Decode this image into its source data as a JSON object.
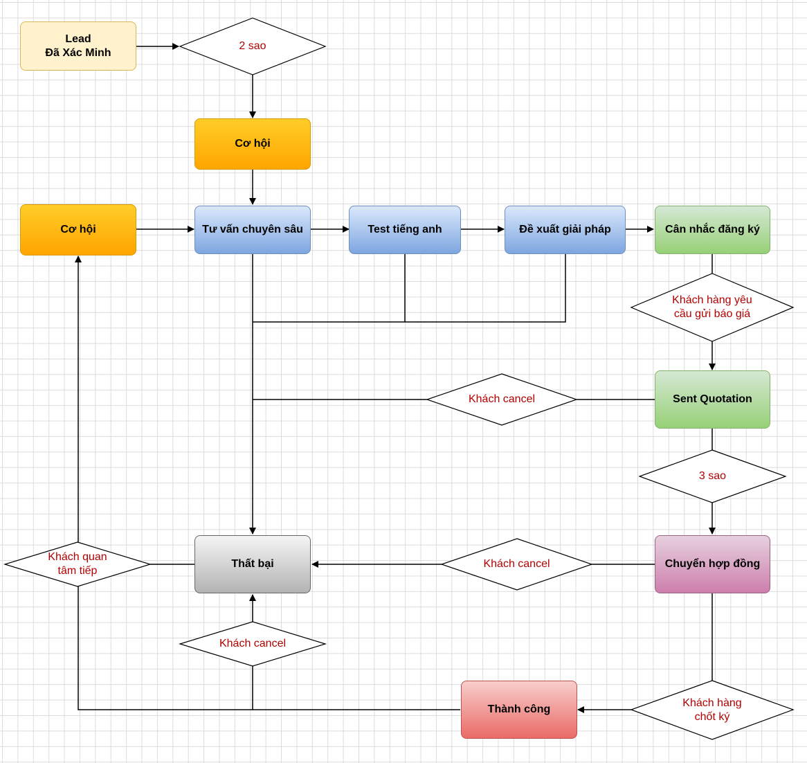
{
  "nodes": {
    "lead_line1": "Lead",
    "lead_line2": "Đã Xác Minh",
    "co_hoi_top": "Cơ hội",
    "co_hoi_left": "Cơ hội",
    "tu_van": "Tư vấn chuyên sâu",
    "test_tieng_anh": "Test tiếng anh",
    "de_xuat": "Đề xuất giải pháp",
    "can_nhac": "Cân nhắc đăng ký",
    "sent_quotation": "Sent Quotation",
    "chuyen_hop_dong": "Chuyển hợp đồng",
    "that_bai": "Thất bại",
    "thanh_cong": "Thành công"
  },
  "decisions": {
    "hai_sao": "2 sao",
    "bao_gia_line1": "Khách hàng yêu",
    "bao_gia_line2": "cầu gửi báo giá",
    "cancel_quotation": "Khách cancel",
    "ba_sao": "3 sao",
    "cancel_contract": "Khách cancel",
    "quan_tam_line1": "Khách quan",
    "quan_tam_line2": "tâm tiếp",
    "cancel_success": "Khách cancel",
    "chot_ky_line1": "Khách hàng",
    "chot_ky_line2": "chốt ký"
  },
  "colors": {
    "line": "#000000",
    "decision_text": "#b20000",
    "grid": "#dcdcdc"
  }
}
